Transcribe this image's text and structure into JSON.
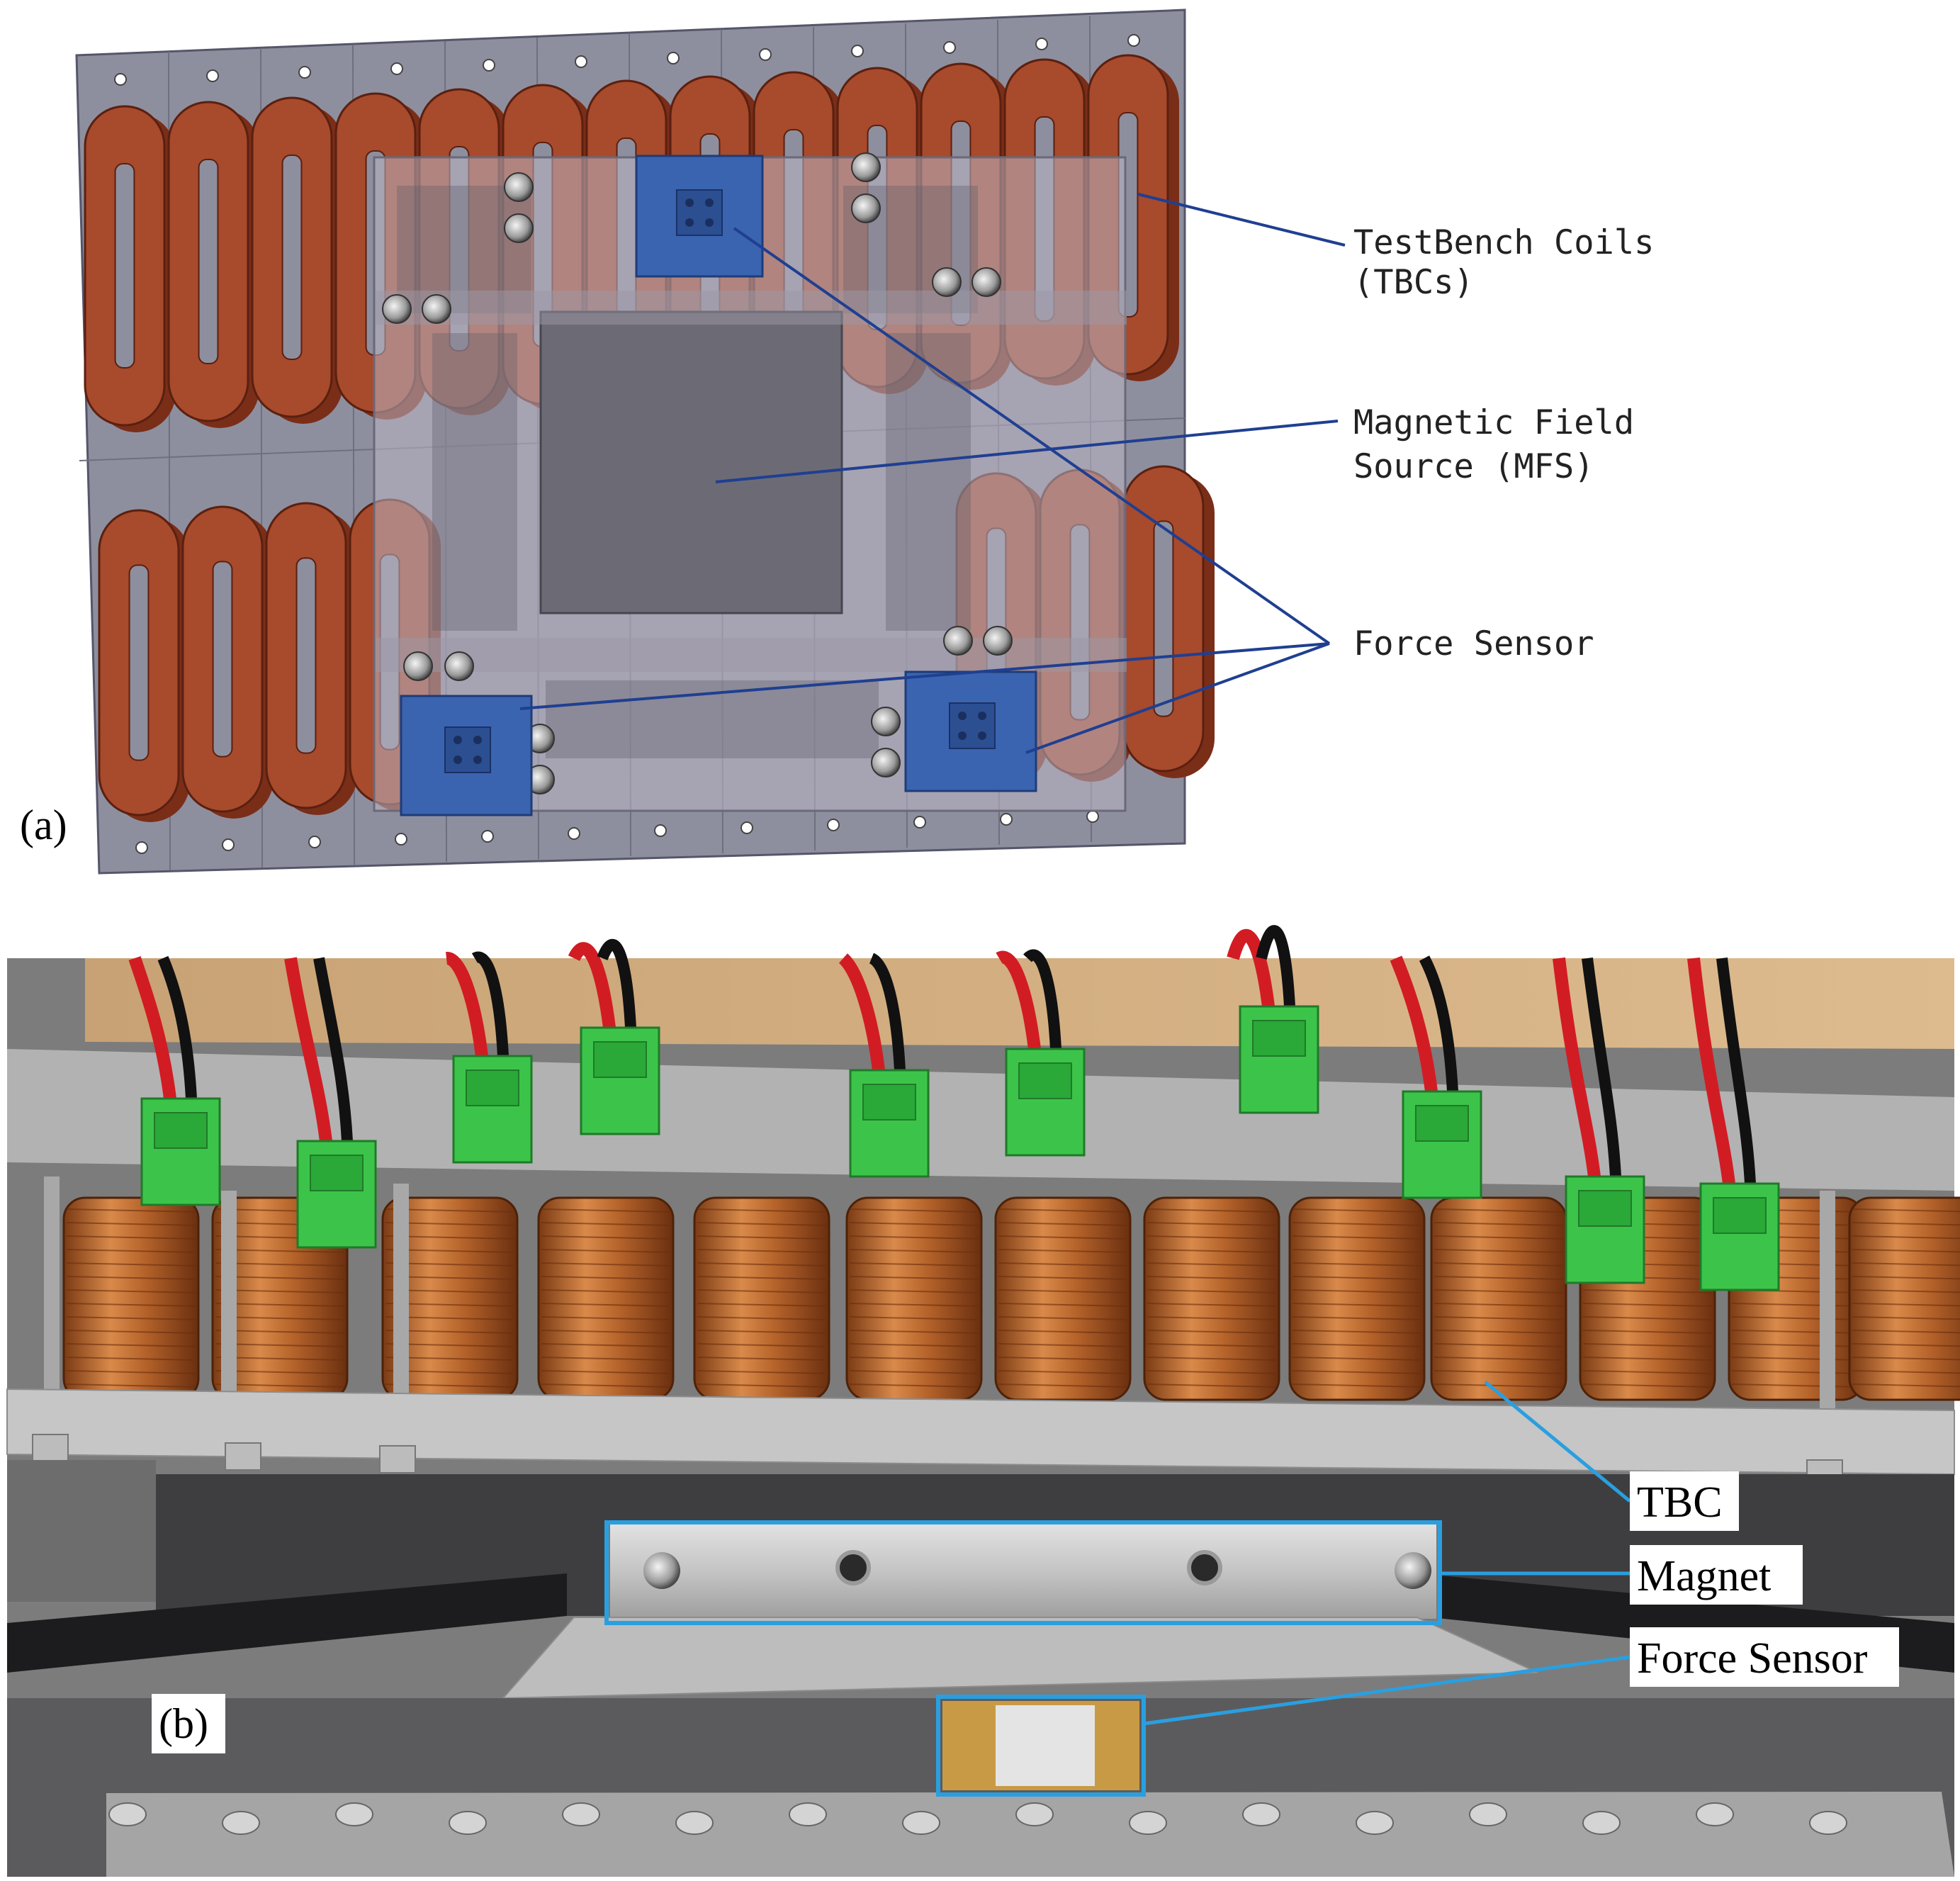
{
  "panels": {
    "a": {
      "label": "(a)"
    },
    "b": {
      "label": "(b)"
    }
  },
  "cad_callouts": {
    "tbc_line1": "TestBench Coils",
    "tbc_line2": "(TBCs)",
    "mfs_line1": "Magnetic Field",
    "mfs_line2": "Source (MFS)",
    "force_sensor": "Force Sensor"
  },
  "photo_callouts": {
    "tbc": "TBC",
    "magnet": "Magnet",
    "force_sensor": "Force Sensor"
  },
  "colors": {
    "coil": "#a84a2c",
    "coil_dark": "#7a2e18",
    "base_plate": "#8e8f9e",
    "sensor": "#3a64b0",
    "leader_a": "#1f3f91",
    "leader_b": "#2a9fe0",
    "copper": "#b5632a",
    "connector": "#3cc44a"
  }
}
